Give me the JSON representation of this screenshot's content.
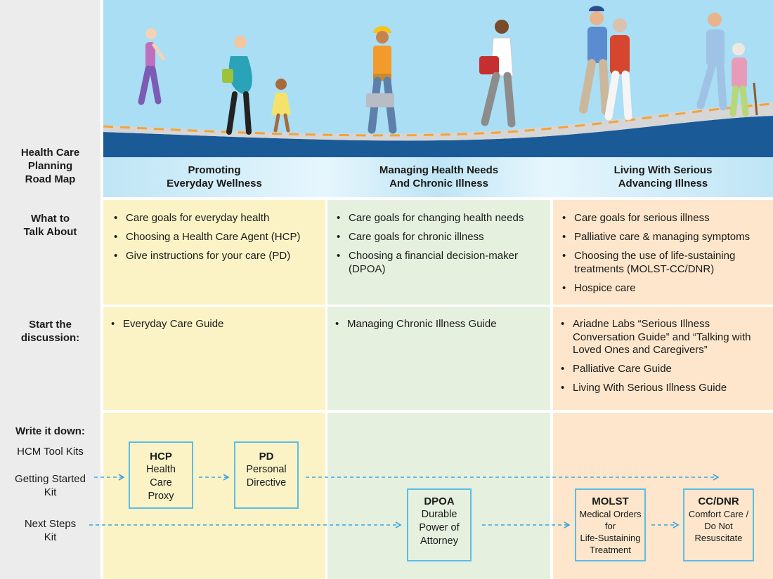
{
  "left_labels": {
    "roadmap_title": "Health Care\nPlanning\nRoad Map",
    "what_to_talk": "What to\nTalk About",
    "start_discussion": "Start the\ndiscussion:",
    "write_it_down": "Write it down:",
    "hcm_tool_kits": "HCM Tool Kits",
    "getting_started_kit": "Getting Started\nKit",
    "next_steps_kit": "Next Steps\nKit"
  },
  "phases": [
    {
      "title": "Promoting\nEveryday Wellness"
    },
    {
      "title": "Managing Health Needs\nAnd Chronic Illness"
    },
    {
      "title": "Living With Serious\nAdvancing Illness"
    }
  ],
  "talk_about": [
    [
      "Care goals for everyday health",
      "Choosing a Health Care Agent (HCP)",
      "Give instructions for your care (PD)"
    ],
    [
      "Care goals for changing health needs",
      "Care goals for chronic illness",
      "Choosing a financial decision-maker (DPOA)"
    ],
    [
      "Care goals for serious illness",
      "Palliative care & managing symptoms",
      "Choosing the use of life-sustaining treatments (MOLST-CC/DNR)",
      "Hospice care"
    ]
  ],
  "start_discussion_items": [
    [
      "Everyday Care Guide"
    ],
    [
      "Managing Chronic Illness Guide"
    ],
    [
      "Ariadne Labs “Serious Illness Conversation Guide” and “Talking with Loved Ones and Caregivers”",
      "Palliative Care Guide",
      "Living With Serious Illness Guide"
    ]
  ],
  "documents": {
    "hcp": {
      "abbr": "HCP",
      "full": "Health\nCare\nProxy"
    },
    "pd": {
      "abbr": "PD",
      "full": "Personal\nDirective"
    },
    "dpoa": {
      "abbr": "DPOA",
      "full": "Durable\nPower of\nAttorney"
    },
    "molst": {
      "abbr": "MOLST",
      "full": "Medical Orders\nfor\nLife-Sustaining\nTreatment"
    },
    "ccdnr": {
      "abbr": "CC/DNR",
      "full": "Comfort Care /\nDo Not\nResuscitate"
    }
  },
  "colors": {
    "sky": "#a9def4",
    "road": "#d9d9d9",
    "ground": "#1a5a96",
    "arrow": "#3aa5e0",
    "box_border": "#5bbde8",
    "col_wellness": "#fbf3c6",
    "col_chronic": "#e6f0df",
    "col_serious": "#fde6cb"
  }
}
